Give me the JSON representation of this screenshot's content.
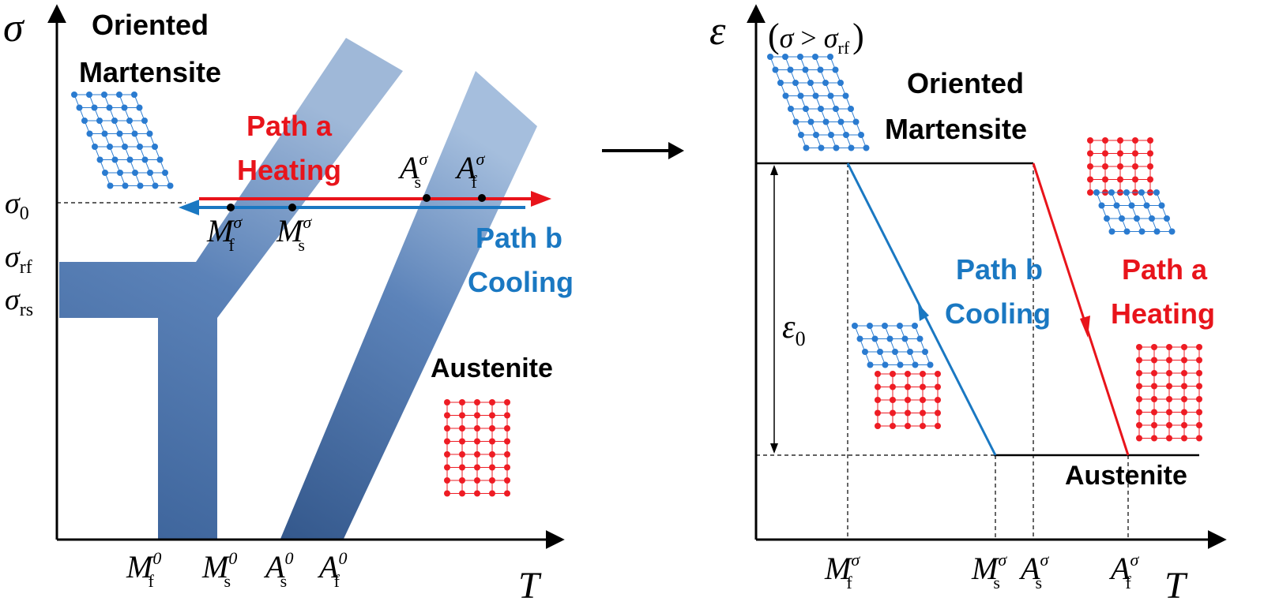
{
  "left_panel": {
    "y_axis_symbol": "σ",
    "x_axis_symbol": "T",
    "region_martensite": [
      "Oriented",
      "Martensite"
    ],
    "region_austenite": "Austenite",
    "path_a": [
      "Path a",
      "Heating"
    ],
    "path_b": [
      "Path b",
      "Cooling"
    ],
    "y_ticks": [
      {
        "base": "σ",
        "sub": "0"
      },
      {
        "base": "σ",
        "sub": "rf"
      },
      {
        "base": "σ",
        "sub": "rs"
      }
    ],
    "x_ticks": [
      {
        "base": "M",
        "sup": "0",
        "sub": "f"
      },
      {
        "base": "M",
        "sup": "0",
        "sub": "s"
      },
      {
        "base": "A",
        "sup": "0",
        "sub": "s"
      },
      {
        "base": "A",
        "sup": "0",
        "sub": "f"
      }
    ],
    "line_points_below": [
      {
        "base": "M",
        "sup": "σ",
        "sub": "f"
      },
      {
        "base": "M",
        "sup": "σ",
        "sub": "s"
      }
    ],
    "line_points_above": [
      {
        "base": "A",
        "sup": "σ",
        "sub": "s"
      },
      {
        "base": "A",
        "sup": "σ",
        "sub": "f"
      }
    ]
  },
  "right_panel": {
    "y_axis_symbol": "ε",
    "condition": {
      "open": "(",
      "lhs": "σ",
      "op": " > ",
      "rhs": "σ",
      "rhs_sub": "rf",
      "close": ")"
    },
    "x_axis_symbol": "T",
    "region_martensite": [
      "Oriented",
      "Martensite"
    ],
    "region_austenite": "Austenite",
    "path_a": [
      "Path a",
      "Heating"
    ],
    "path_b": [
      "Path b",
      "Cooling"
    ],
    "strain_label": {
      "base": "ε",
      "sub": "0"
    },
    "x_ticks": [
      {
        "base": "M",
        "sup": "σ",
        "sub": "f"
      },
      {
        "base": "M",
        "sup": "σ",
        "sub": "s"
      },
      {
        "base": "A",
        "sup": "σ",
        "sub": "s"
      },
      {
        "base": "A",
        "sup": "σ",
        "sub": "f"
      }
    ]
  },
  "colors": {
    "band": "#4a72a8",
    "band_dark": "#3a5f93",
    "red": "#e8141b",
    "blue": "#1a78c2",
    "lattice_blue": "#2a7bd0",
    "lattice_red": "#ee1c24",
    "axis": "#000000"
  }
}
